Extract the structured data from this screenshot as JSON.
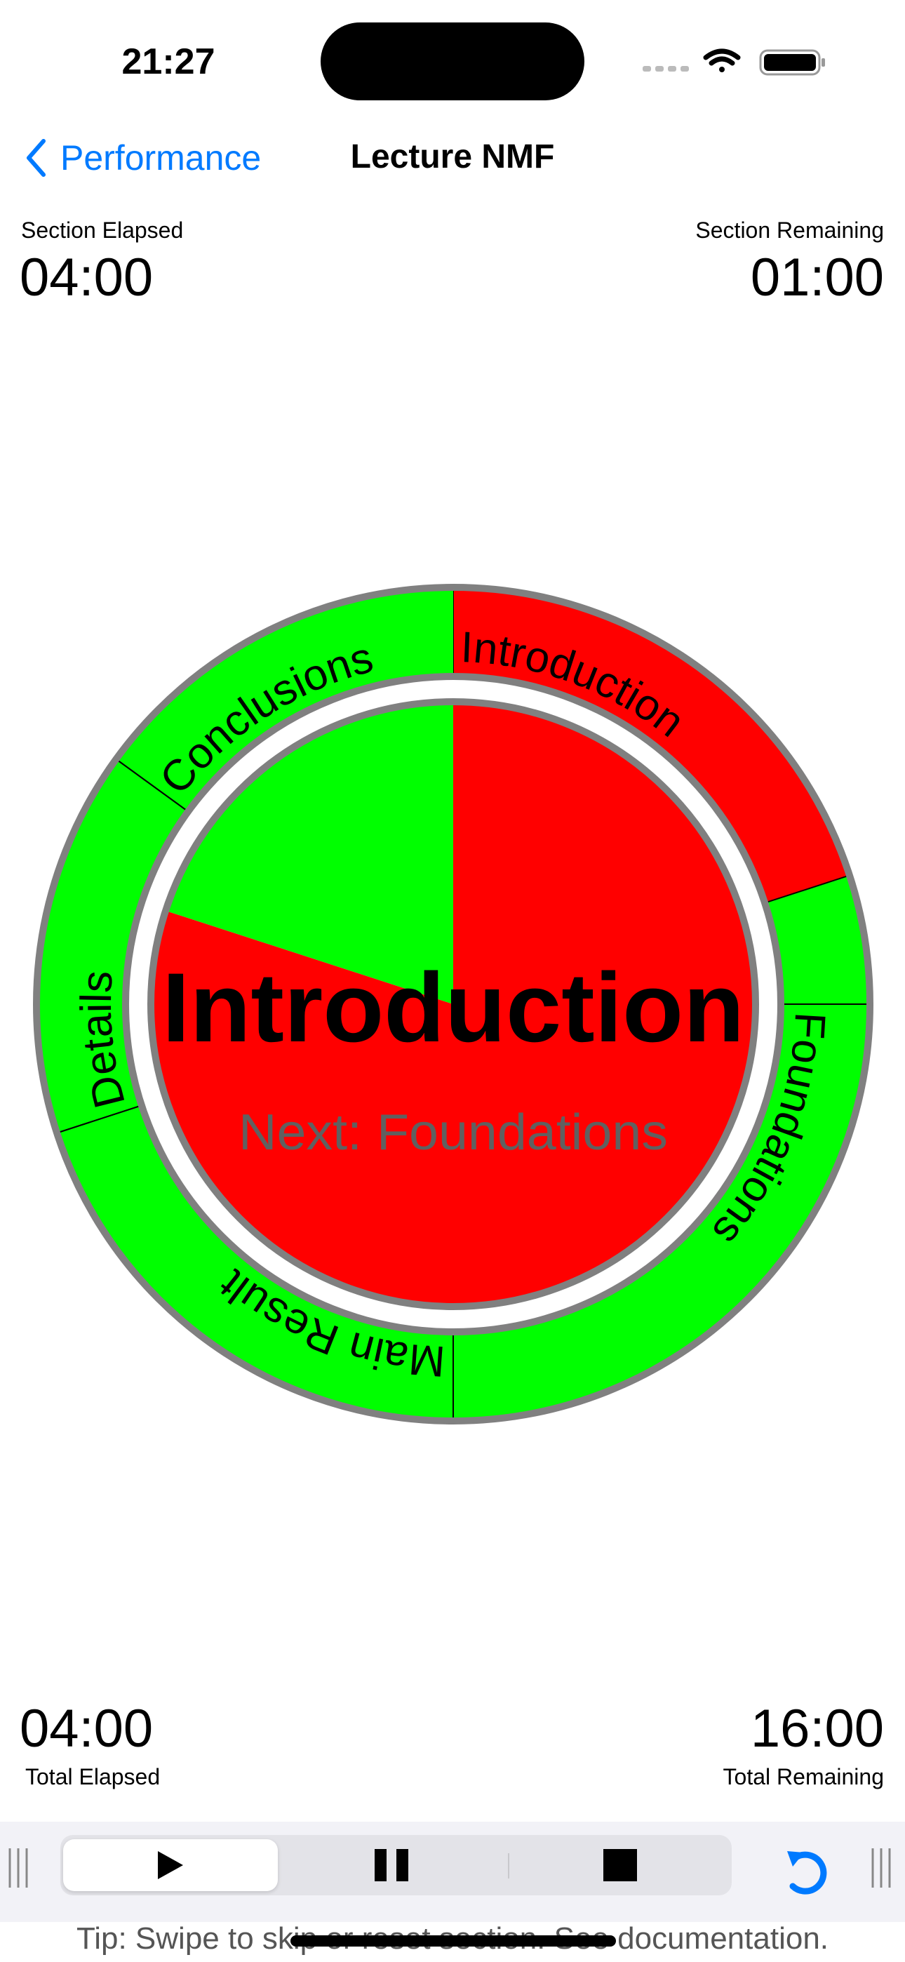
{
  "status_bar": {
    "time": "21:27"
  },
  "nav": {
    "back_label": "Performance",
    "title": "Lecture NMF"
  },
  "section": {
    "elapsed_label": "Section Elapsed",
    "elapsed": "04:00",
    "remaining_label": "Section Remaining",
    "remaining": "01:00"
  },
  "total": {
    "elapsed_label": "Total Elapsed",
    "elapsed": "04:00",
    "remaining_label": "Total Remaining",
    "remaining": "16:00"
  },
  "timer": {
    "current": "Introduction",
    "next": "Next: Foundations",
    "section_progress": 0.8,
    "colors": {
      "elapsed": "#ff0000",
      "remaining": "#00ff00",
      "border": "#808080"
    },
    "sections": [
      {
        "name": "Introduction",
        "minutes": 5,
        "elapsed_minutes": 4
      },
      {
        "name": "Foundations",
        "minutes": 5,
        "elapsed_minutes": 0
      },
      {
        "name": "Main Result",
        "minutes": 4,
        "elapsed_minutes": 0
      },
      {
        "name": "Details",
        "minutes": 3,
        "elapsed_minutes": 0
      },
      {
        "name": "Conclusions",
        "minutes": 3,
        "elapsed_minutes": 0
      }
    ]
  },
  "controls": {
    "selected": "play",
    "buttons": [
      "play-icon",
      "pause-icon",
      "stop-icon"
    ],
    "reset": "reset-icon",
    "accent": "#007AFF"
  },
  "tip": "Tip: Swipe to skip or reset section. See documentation."
}
